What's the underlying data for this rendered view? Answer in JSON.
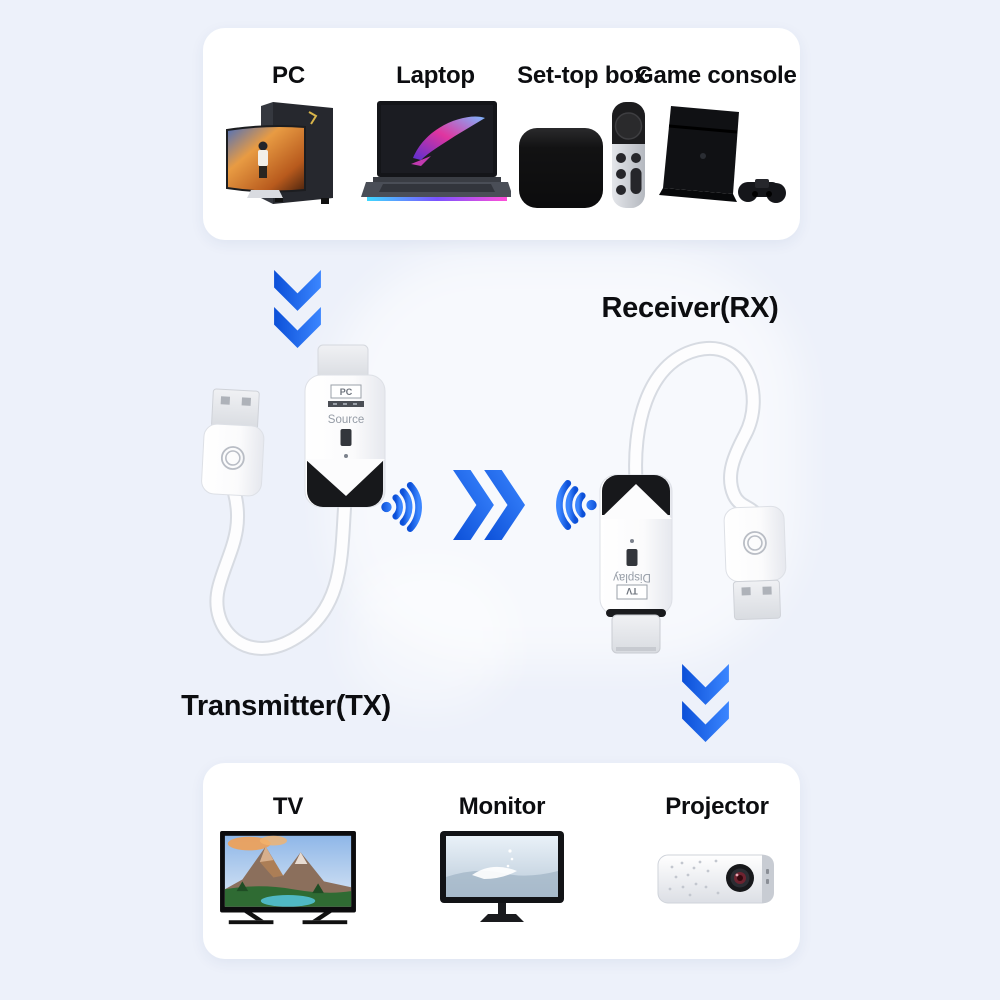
{
  "background": {
    "color": "#edf1fa",
    "accent_dark_blue": "#0c50d8",
    "accent_light_blue": "#3b86ff"
  },
  "source_card": {
    "items": [
      {
        "label": "PC"
      },
      {
        "label": "Laptop"
      },
      {
        "label": "Set-top box"
      },
      {
        "label": "Game console"
      }
    ]
  },
  "flow": {
    "transmitter_label": "Transmitter(TX)",
    "receiver_label": "Receiver(RX)",
    "tx_device": {
      "port_tag": "PC",
      "port_caption": "Source"
    },
    "rx_device": {
      "port_tag": "TV",
      "port_caption": "Display"
    }
  },
  "display_card": {
    "items": [
      {
        "label": "TV"
      },
      {
        "label": "Monitor"
      },
      {
        "label": "Projector"
      }
    ]
  }
}
